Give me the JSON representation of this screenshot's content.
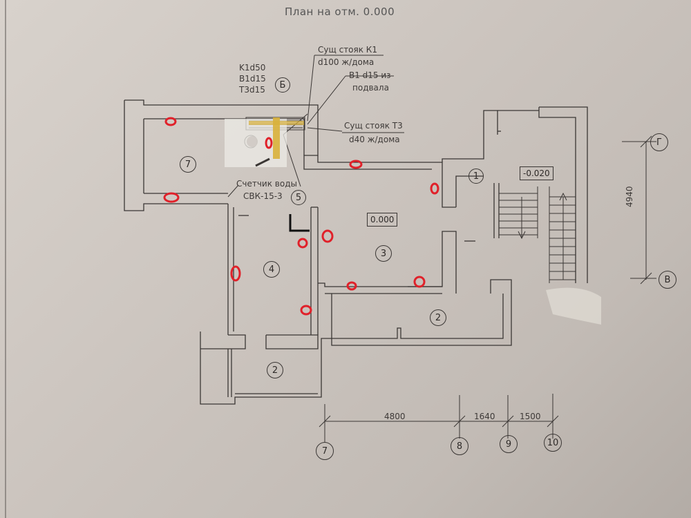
{
  "title": "План на отм. 0.000",
  "notes": {
    "risers_left": [
      "K1d50",
      "B1d15",
      "T3d15"
    ],
    "axis_b": "Б",
    "riser_k1": [
      "Сущ стояк К1",
      "d100 ж/дома"
    ],
    "b1_basement": [
      "В1 d15 из",
      "подвала"
    ],
    "riser_t3": [
      "Сущ стояк Т3",
      "d40 ж/дома"
    ],
    "meter": [
      "Счетчик воды",
      "СВК-15-3"
    ]
  },
  "rooms": {
    "r7": "7",
    "r5": "5",
    "r1": "1",
    "r3": "3",
    "r4": "4",
    "r2a": "2",
    "r2b": "2"
  },
  "elevations": {
    "main": "0.000",
    "stair": "-0.020"
  },
  "dimensions": {
    "vertical": "4940",
    "horizontal": [
      "4800",
      "1640",
      "1500"
    ]
  },
  "axes": {
    "bottom": [
      "7",
      "8",
      "9",
      "10"
    ],
    "right": [
      "Г",
      "В"
    ]
  },
  "colors": {
    "lines": "#3a3634",
    "markers": "#e0212a",
    "highlight": "#d8b13a"
  }
}
